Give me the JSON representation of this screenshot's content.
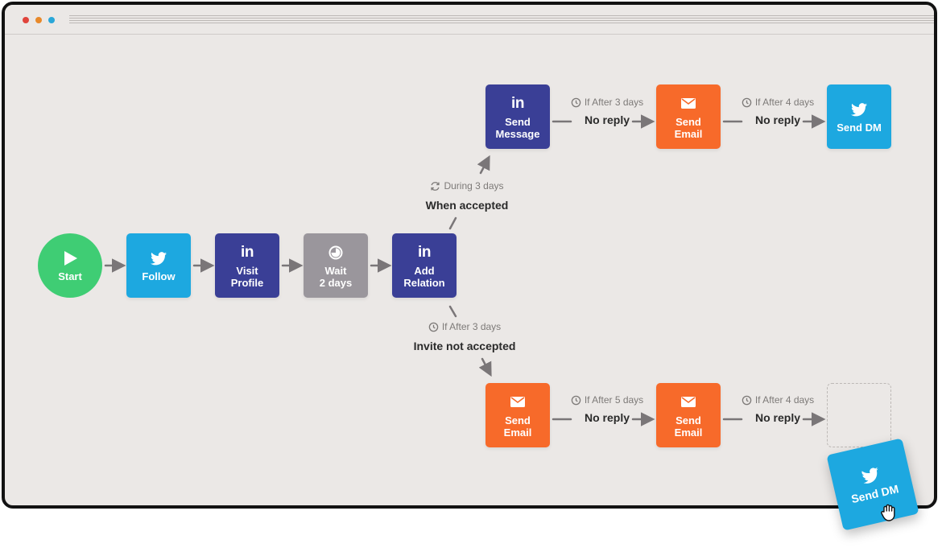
{
  "colors": {
    "twitter": "#1da8e0",
    "linkedin": "#3a3f96",
    "email": "#f76a2a",
    "wait": "#9a969c",
    "start": "#3fcd74",
    "canvas": "#ebe8e6",
    "arrow": "#7a7678"
  },
  "window": {
    "controls": [
      "close",
      "minimize",
      "maximize"
    ]
  },
  "flow": {
    "start": {
      "label": "Start",
      "icon": "play-icon"
    },
    "main": [
      {
        "label": "Follow",
        "icon": "twitter-icon",
        "kind": "twitter"
      },
      {
        "label": "Visit\nProfile",
        "icon": "linkedin-icon",
        "kind": "linkedin"
      },
      {
        "label": "Wait\n2 days",
        "icon": "timer-icon",
        "kind": "wait"
      },
      {
        "label": "Add\nRelation",
        "icon": "linkedin-icon",
        "kind": "linkedin"
      }
    ],
    "branch_accepted": {
      "time": "During 3 days",
      "condition": "When accepted",
      "steps": [
        {
          "label": "Send\nMessage",
          "icon": "linkedin-icon",
          "kind": "linkedin"
        },
        {
          "label": "Send\nEmail",
          "icon": "envelope-icon",
          "kind": "email"
        },
        {
          "label": "Send DM",
          "icon": "twitter-icon",
          "kind": "twitter"
        }
      ],
      "links": [
        {
          "time": "If After 3 days",
          "condition": "No reply"
        },
        {
          "time": "If After 4 days",
          "condition": "No reply"
        }
      ]
    },
    "branch_not_accepted": {
      "time": "If After 3 days",
      "condition": "Invite not accepted",
      "steps": [
        {
          "label": "Send\nEmail",
          "icon": "envelope-icon",
          "kind": "email"
        },
        {
          "label": "Send\nEmail",
          "icon": "envelope-icon",
          "kind": "email"
        }
      ],
      "links": [
        {
          "time": "If After 5 days",
          "condition": "No reply"
        },
        {
          "time": "If After 4 days",
          "condition": "No reply"
        }
      ]
    },
    "dragging_card": {
      "label": "Send DM",
      "icon": "twitter-icon"
    }
  }
}
